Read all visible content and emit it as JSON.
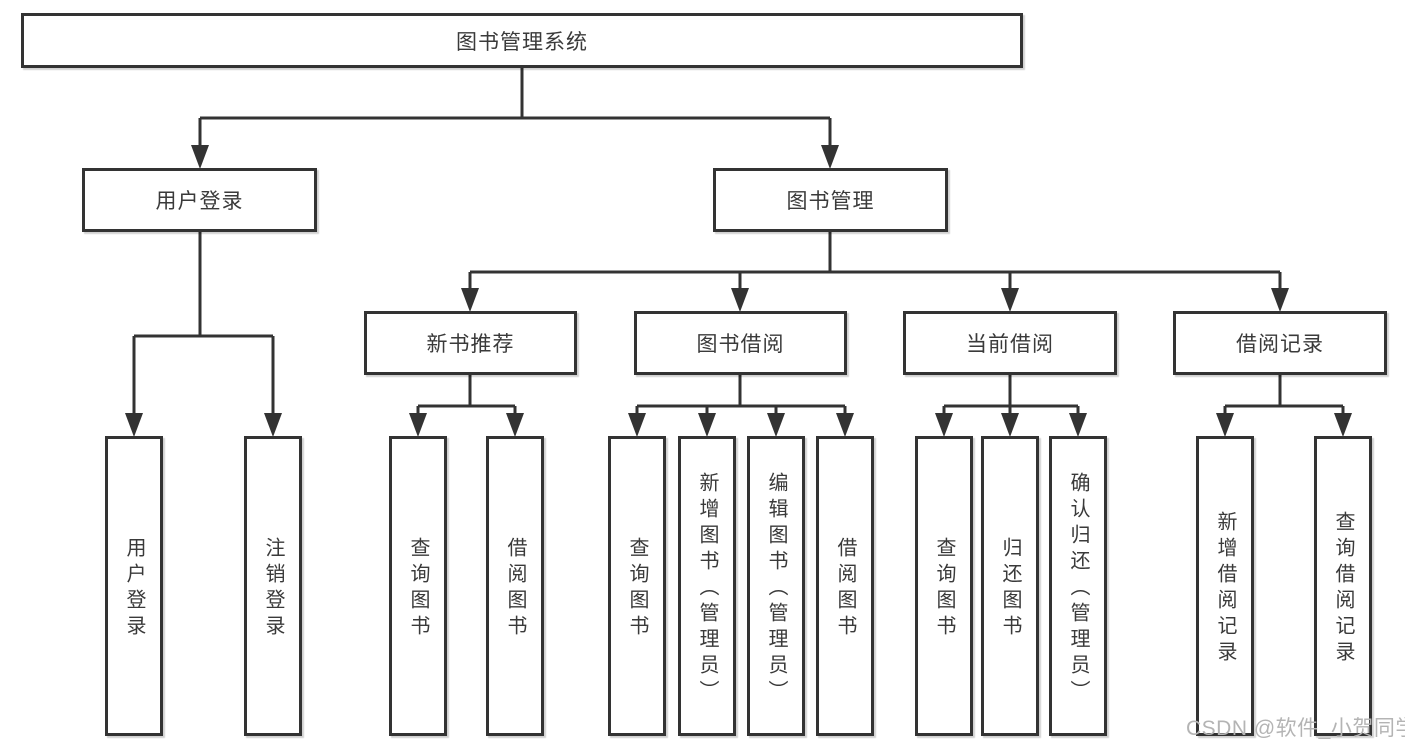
{
  "tree": {
    "root": {
      "label": "图书管理系统"
    },
    "branches": [
      {
        "label": "用户登录",
        "children": [
          {
            "label": "用户登录"
          },
          {
            "label": "注销登录"
          }
        ]
      },
      {
        "label": "图书管理",
        "children": [
          {
            "label": "新书推荐",
            "children": [
              {
                "label": "查询图书"
              },
              {
                "label": "借阅图书"
              }
            ]
          },
          {
            "label": "图书借阅",
            "children": [
              {
                "label": "查询图书"
              },
              {
                "label": "新增图书（管理员）"
              },
              {
                "label": "编辑图书（管理员）"
              },
              {
                "label": "借阅图书"
              }
            ]
          },
          {
            "label": "当前借阅",
            "children": [
              {
                "label": "查询图书"
              },
              {
                "label": "归还图书"
              },
              {
                "label": "确认归还（管理员）"
              }
            ]
          },
          {
            "label": "借阅记录",
            "children": [
              {
                "label": "新增借阅记录"
              },
              {
                "label": "查询借阅记录"
              }
            ]
          }
        ]
      }
    ]
  },
  "watermark": "CSDN @软件_小贺同学",
  "colors": {
    "line": "#333333",
    "box_border": "#333333",
    "text": "#3a3a3a",
    "watermark": "#b4b4b4",
    "background": "#ffffff"
  }
}
